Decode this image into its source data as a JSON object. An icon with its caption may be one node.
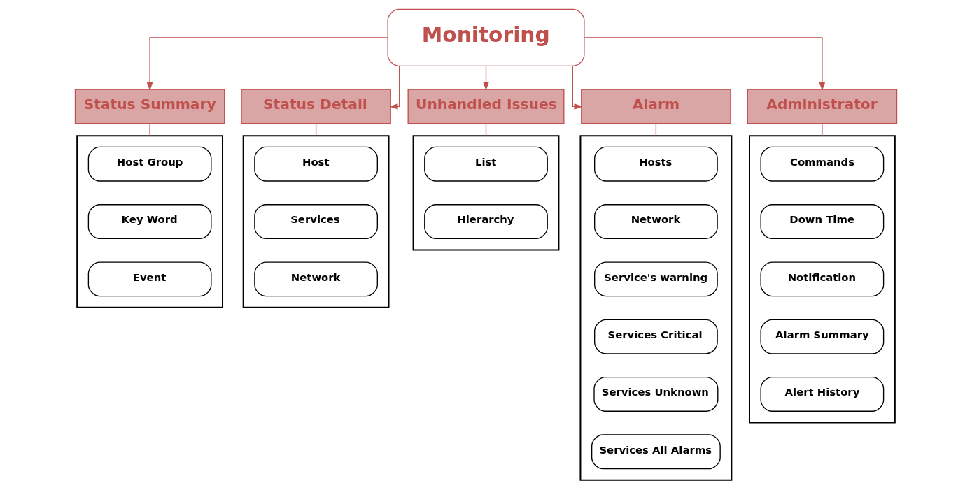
{
  "diagram": {
    "nodes": [
      {
        "text": [
          "Monitoring"
        ]
      },
      {
        "text": [
          "Status Summary"
        ]
      },
      {
        "text": [],
        "shape": "box"
      },
      {
        "text": [
          "Host Group"
        ],
        "in": 2
      },
      {
        "text": [
          "Key Word"
        ],
        "in": 2
      },
      {
        "text": [
          "Event"
        ],
        "in": 2
      },
      {
        "text": [
          "Status Detail"
        ]
      },
      {
        "text": [],
        "shape": "box"
      },
      {
        "text": [
          "Host"
        ],
        "in": 7
      },
      {
        "text": [
          "Services"
        ],
        "in": 7
      },
      {
        "text": [
          "Network"
        ],
        "in": 7
      },
      {
        "text": [
          "Unhandled Issues"
        ]
      },
      {
        "text": [],
        "shape": "box"
      },
      {
        "text": [
          "List"
        ],
        "in": 12
      },
      {
        "text": [
          "Hierarchy"
        ],
        "in": 12
      },
      {
        "text": [
          "Alarm"
        ]
      },
      {
        "text": [],
        "shape": "box"
      },
      {
        "text": [
          "Hosts"
        ],
        "in": 16
      },
      {
        "text": [
          "Network"
        ],
        "in": 16
      },
      {
        "text": [
          "Service's warning"
        ],
        "in": 16
      },
      {
        "text": [
          "Services Critical"
        ],
        "in": 16
      },
      {
        "text": [
          "Services Unknown"
        ],
        "in": 16
      },
      {
        "text": [
          "Services All Alarms"
        ],
        "in": 16
      },
      {
        "text": [
          "Administrator"
        ]
      },
      {
        "text": [],
        "shape": "box"
      },
      {
        "text": [
          "Commands"
        ],
        "in": 24
      },
      {
        "text": [
          "Down Time"
        ],
        "in": 24
      },
      {
        "text": [
          "Notification"
        ],
        "in": 24
      },
      {
        "text": [
          "Alarm Summary"
        ],
        "in": 24
      },
      {
        "text": [
          "Alert History"
        ],
        "in": 24
      }
    ],
    "edges": [
      {
        "from": 0,
        "to": 1,
        "arrow": "to"
      },
      {
        "from": 0,
        "to": 6,
        "arrow": "to"
      },
      {
        "from": 0,
        "to": 11,
        "arrow": "to"
      },
      {
        "from": 0,
        "to": 15,
        "arrow": "to"
      },
      {
        "from": 0,
        "to": 23,
        "arrow": "to"
      },
      {
        "from": 1,
        "to": 2,
        "arrow": "none"
      },
      {
        "from": 6,
        "to": 7,
        "arrow": "none"
      },
      {
        "from": 11,
        "to": 12,
        "arrow": "none"
      },
      {
        "from": 15,
        "to": 16,
        "arrow": "none"
      },
      {
        "from": 23,
        "to": 24,
        "arrow": "none"
      }
    ]
  }
}
